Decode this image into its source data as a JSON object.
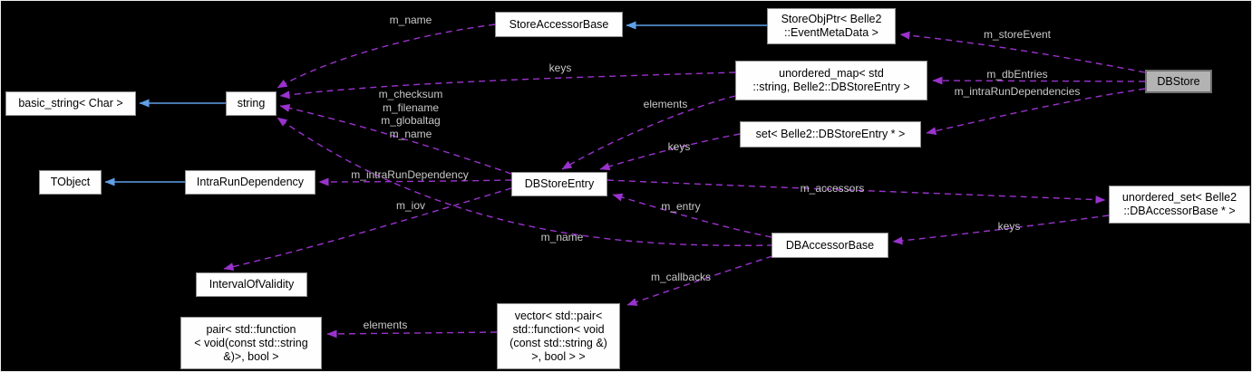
{
  "diagram": {
    "type": "collaboration-graph",
    "colors": {
      "background": "#000000",
      "inheritance_arrow": "#5f9fe8",
      "usage_arrow": "#9a32cd",
      "edge_label_text": "#c9c9c9",
      "node_fill": "#fefefe",
      "node_border": "#8f8f8f",
      "node_text": "#000000",
      "focus_node_fill": "#b3b3b3"
    },
    "nodes": [
      {
        "id": "basic_string",
        "label": "basic_string< Char >"
      },
      {
        "id": "string",
        "label": "string"
      },
      {
        "id": "tobject",
        "label": "TObject"
      },
      {
        "id": "intrarundependency",
        "label": "IntraRunDependency"
      },
      {
        "id": "storeaccessorbase",
        "label": "StoreAccessorBase"
      },
      {
        "id": "storeobjptr",
        "label": "StoreObjPtr< Belle2\n::EventMetaData >"
      },
      {
        "id": "unordered_map",
        "label": "unordered_map< std\n::string, Belle2::DBStoreEntry >"
      },
      {
        "id": "set",
        "label": "set< Belle2::DBStoreEntry * >"
      },
      {
        "id": "dbstore",
        "label": "DBStore"
      },
      {
        "id": "dbstoreentry",
        "label": "DBStoreEntry"
      },
      {
        "id": "unordered_set",
        "label": "unordered_set< Belle2\n::DBAccessorBase * >"
      },
      {
        "id": "dbaccessorbase",
        "label": "DBAccessorBase"
      },
      {
        "id": "intervalofvalidity",
        "label": "IntervalOfValidity"
      },
      {
        "id": "pair",
        "label": "pair< std::function\n< void(const std::string\n&)>, bool >"
      },
      {
        "id": "vector",
        "label": "vector< std::pair<\nstd::function< void\n(const std::string &)\n>, bool > >"
      }
    ],
    "edge_labels": [
      {
        "id": "m_name_top",
        "text": "m_name"
      },
      {
        "id": "keys_map_string",
        "text": "keys"
      },
      {
        "id": "dbstoreentry_strings",
        "text": "m_checksum\nm_filename\nm_globaltag\nm_name"
      },
      {
        "id": "m_storeEvent",
        "text": "m_storeEvent"
      },
      {
        "id": "m_dbEntries",
        "text": "m_dbEntries"
      },
      {
        "id": "m_intraRunDependencies",
        "text": "m_intraRunDependencies"
      },
      {
        "id": "elements_map_entry",
        "text": "elements"
      },
      {
        "id": "keys_set_entry",
        "text": "keys"
      },
      {
        "id": "m_accessors",
        "text": "m_accessors"
      },
      {
        "id": "m_intraRunDependency",
        "text": "m_intraRunDependency"
      },
      {
        "id": "m_iov",
        "text": "m_iov"
      },
      {
        "id": "m_entry",
        "text": "m_entry"
      },
      {
        "id": "m_name_accessor",
        "text": "m_name"
      },
      {
        "id": "keys_uset_accessor",
        "text": "keys"
      },
      {
        "id": "m_callbacks",
        "text": "m_callbacks"
      },
      {
        "id": "elements_vector_pair",
        "text": "elements"
      }
    ]
  }
}
